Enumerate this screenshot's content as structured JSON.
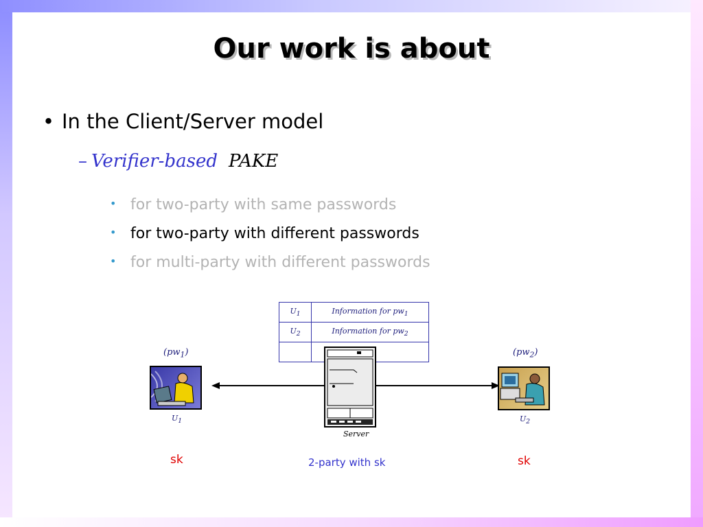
{
  "slide": {
    "title": "Our work is about",
    "bullet_1": "In the Client/Server model",
    "sub_bullet": {
      "dash": "–",
      "part_1": "Verifier-based",
      "part_2": "PAKE"
    },
    "items": [
      "for two-party with same passwords",
      "for two-party with different passwords",
      "for multi-party with different passwords"
    ]
  },
  "verifier_table": {
    "rows": [
      {
        "user": "U",
        "user_sub": "1",
        "info": "Information for pw",
        "info_sub": "1"
      },
      {
        "user": "U",
        "user_sub": "2",
        "info": "Information for pw",
        "info_sub": "2"
      }
    ]
  },
  "diagram": {
    "left": {
      "pw": "pw",
      "pw_sub": "1",
      "user": "U",
      "user_sub": "1",
      "key": "sk"
    },
    "right": {
      "pw": "pw",
      "pw_sub": "2",
      "user": "U",
      "user_sub": "2",
      "key": "sk"
    },
    "server_label": "Server",
    "caption": "2-party with sk"
  },
  "colors": {
    "accent_blue": "#3333cc",
    "key_red": "#e00000",
    "muted_gray": "#b3b3b3"
  }
}
